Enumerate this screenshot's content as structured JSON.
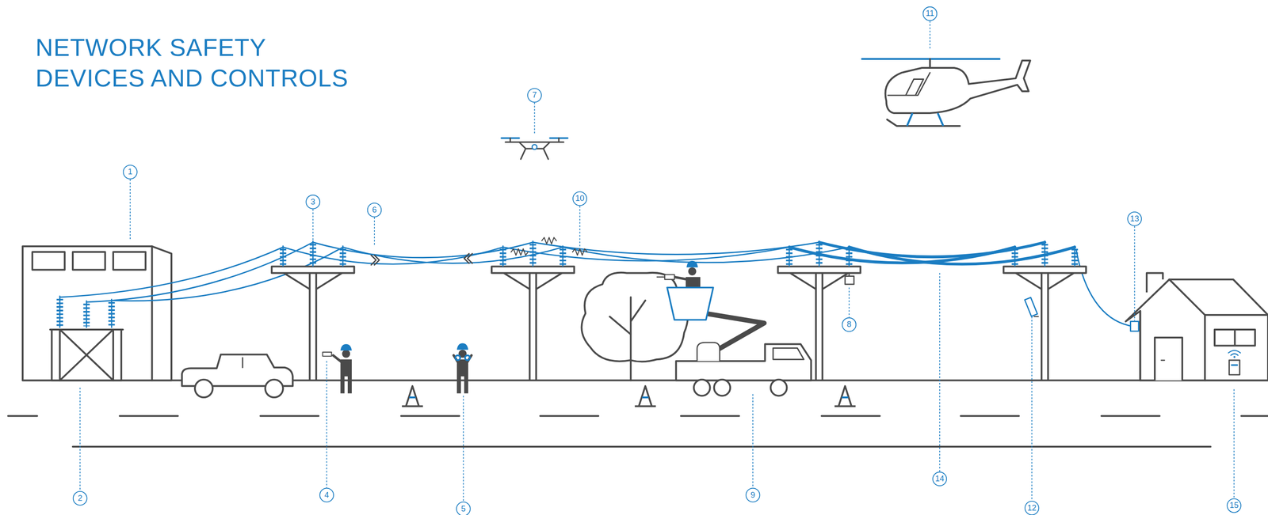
{
  "diagram": {
    "title": "NETWORK SAFETY DEVICES AND CONTROLS",
    "labels": [
      "1",
      "2",
      "3",
      "4",
      "5",
      "6",
      "7",
      "8",
      "9",
      "10",
      "11",
      "12",
      "13",
      "14",
      "15"
    ]
  }
}
